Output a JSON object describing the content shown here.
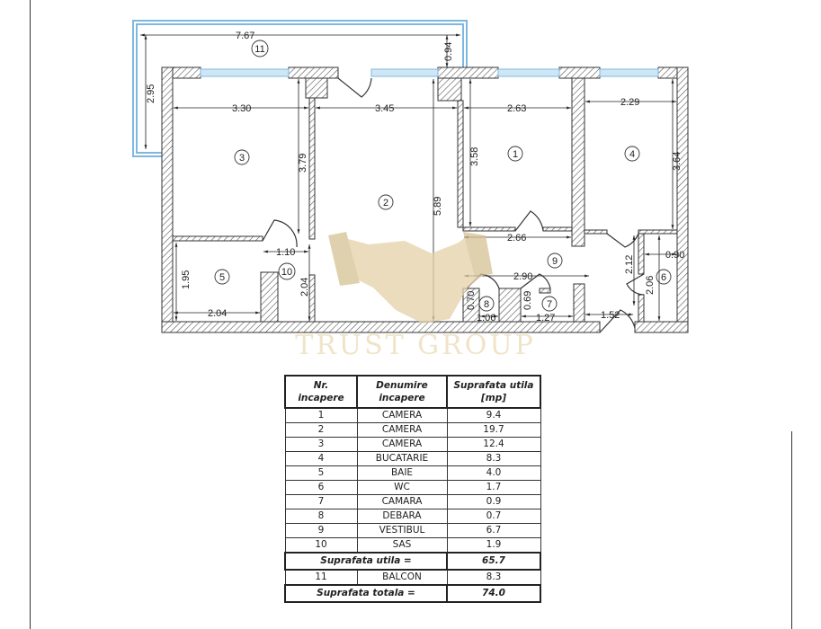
{
  "watermark": {
    "text": "TRUST GROUP",
    "icon": "handshake-icon",
    "color": "#d9c49a"
  },
  "colors": {
    "wall": "#444444",
    "window": "#7fb8de"
  },
  "plan": {
    "rooms": [
      "1",
      "2",
      "3",
      "4",
      "5",
      "6",
      "7",
      "8",
      "9",
      "10",
      "11"
    ],
    "dimensions": {
      "balcony_width": "7.67",
      "balcony_depth": "2.95",
      "balcony_side": "0.94",
      "r3_width": "3.30",
      "r3_height": "3.79",
      "r2_width": "3.45",
      "r2_height": "5.89",
      "r1_width": "2.63",
      "r1_height": "3.58",
      "r1_bottom": "2.66",
      "r4_width": "2.29",
      "r4_height": "3.64",
      "sas_width": "1.10",
      "sas_height": "2.04",
      "r5_width": "2.04",
      "r5_height": "1.95",
      "hall_width": "2.90",
      "hall_height": "2.12",
      "hall_exit": "1.52",
      "r8_width": "1.06",
      "r8_height": "0.70",
      "r7_width": "1.27",
      "r7_height": "0.69",
      "r6_width": "0.90",
      "r6_height": "2.06"
    }
  },
  "table": {
    "headers": [
      "Nr.\nincapere",
      "Denumire\nincapere",
      "Suprafata utila\n[mp]"
    ],
    "rows": [
      {
        "nr": "1",
        "name": "CAMERA",
        "area": "9.4"
      },
      {
        "nr": "2",
        "name": "CAMERA",
        "area": "19.7"
      },
      {
        "nr": "3",
        "name": "CAMERA",
        "area": "12.4"
      },
      {
        "nr": "4",
        "name": "BUCATARIE",
        "area": "8.3"
      },
      {
        "nr": "5",
        "name": "BAIE",
        "area": "4.0"
      },
      {
        "nr": "6",
        "name": "WC",
        "area": "1.7"
      },
      {
        "nr": "7",
        "name": "CAMARA",
        "area": "0.9"
      },
      {
        "nr": "8",
        "name": "DEBARA",
        "area": "0.7"
      },
      {
        "nr": "9",
        "name": "VESTIBUL",
        "area": "6.7"
      },
      {
        "nr": "10",
        "name": "SAS",
        "area": "1.9"
      }
    ],
    "subtotal": {
      "label": "Suprafata utila =",
      "value": "65.7"
    },
    "balcony": {
      "nr": "11",
      "name": "BALCON",
      "area": "8.3"
    },
    "total": {
      "label": "Suprafata totala =",
      "value": "74.0"
    }
  }
}
